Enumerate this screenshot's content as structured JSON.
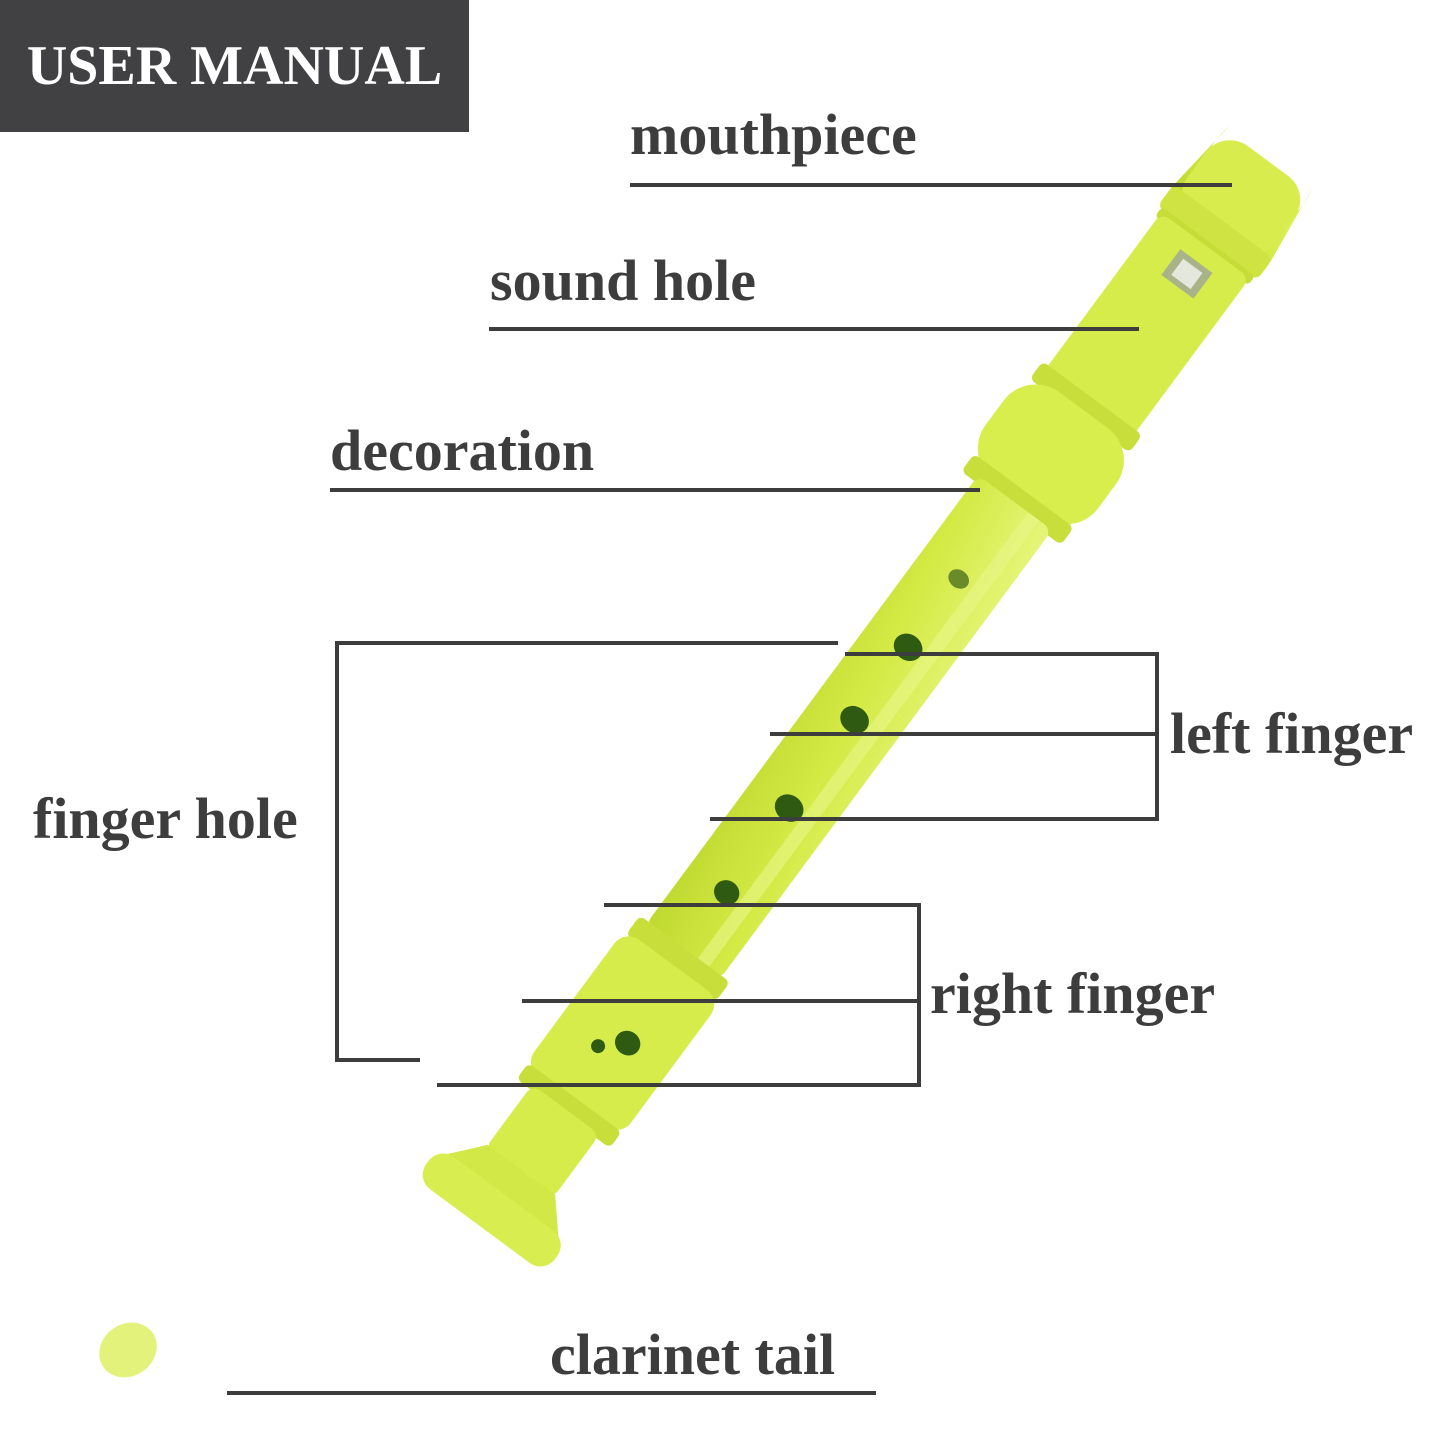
{
  "header": {
    "title": "USER MANUAL"
  },
  "colors": {
    "header_bg": "#414042",
    "header_text": "#ffffff",
    "label_text": "#3d3d3d",
    "leader_line": "#3d3d3d",
    "recorder_body": "#d6ec4a",
    "recorder_shadow": "#b8d22e",
    "hole": "#2f5a12"
  },
  "diagram": {
    "subject": "recorder",
    "labels": {
      "mouthpiece": "mouthpiece",
      "sound_hole": "sound hole",
      "decoration": "decoration",
      "finger_hole": "finger hole",
      "left_finger": "left finger",
      "right_finger": "right finger",
      "clarinet_tail": "clarinet tail"
    }
  }
}
